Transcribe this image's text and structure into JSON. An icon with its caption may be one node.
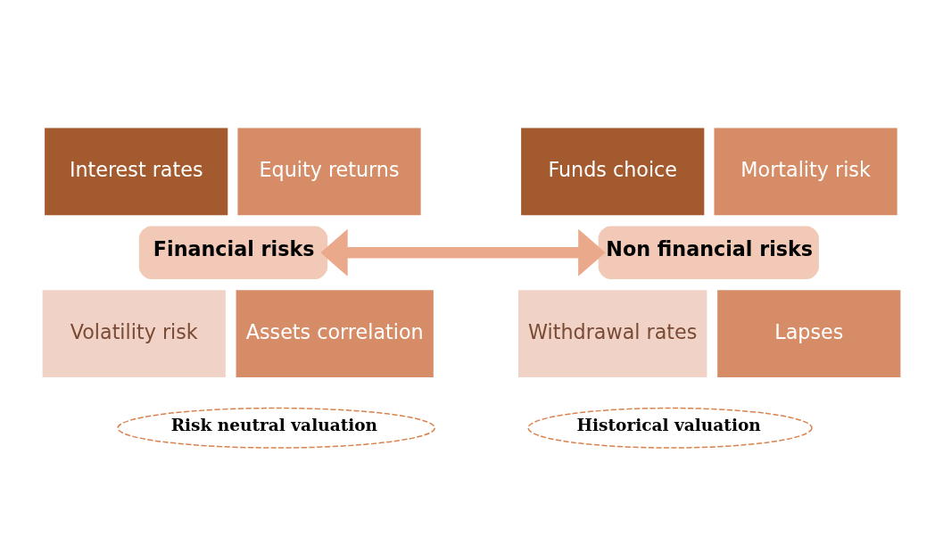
{
  "diagram": {
    "nodes": [
      {
        "text": [
          "Interest rates"
        ]
      },
      {
        "text": [
          "Equity returns"
        ]
      },
      {
        "text": [
          "Financial risks"
        ]
      },
      {
        "text": [
          "Volatility risk"
        ]
      },
      {
        "text": [
          "Assets correlation"
        ]
      },
      {
        "text": [
          "Funds choice"
        ]
      },
      {
        "text": [
          "Mortality risk"
        ]
      },
      {
        "text": [
          "Non financial risks"
        ]
      },
      {
        "text": [
          "Withdrawal rates"
        ]
      },
      {
        "text": [
          "Lapses"
        ]
      },
      {
        "text": [
          "Risk neutral valuation"
        ]
      },
      {
        "text": [
          "Historical valuation"
        ]
      }
    ],
    "edges": [
      {
        "from": 2,
        "to": 7,
        "arrow": "both"
      }
    ]
  }
}
